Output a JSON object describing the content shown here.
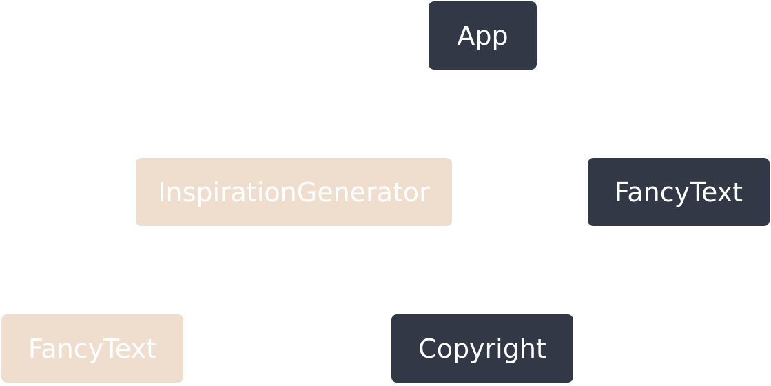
{
  "colors": {
    "dark_node": "#323846",
    "light_node": "#efdecd",
    "node_text": "#ffffff",
    "background": "#ffffff"
  },
  "nodes": {
    "app": {
      "label": "App",
      "style": "dark"
    },
    "inspiration_generator": {
      "label": "InspirationGenerator",
      "style": "light"
    },
    "fancy_text_right": {
      "label": "FancyText",
      "style": "dark"
    },
    "fancy_text_left": {
      "label": "FancyText",
      "style": "light"
    },
    "copyright": {
      "label": "Copyright",
      "style": "dark"
    }
  }
}
